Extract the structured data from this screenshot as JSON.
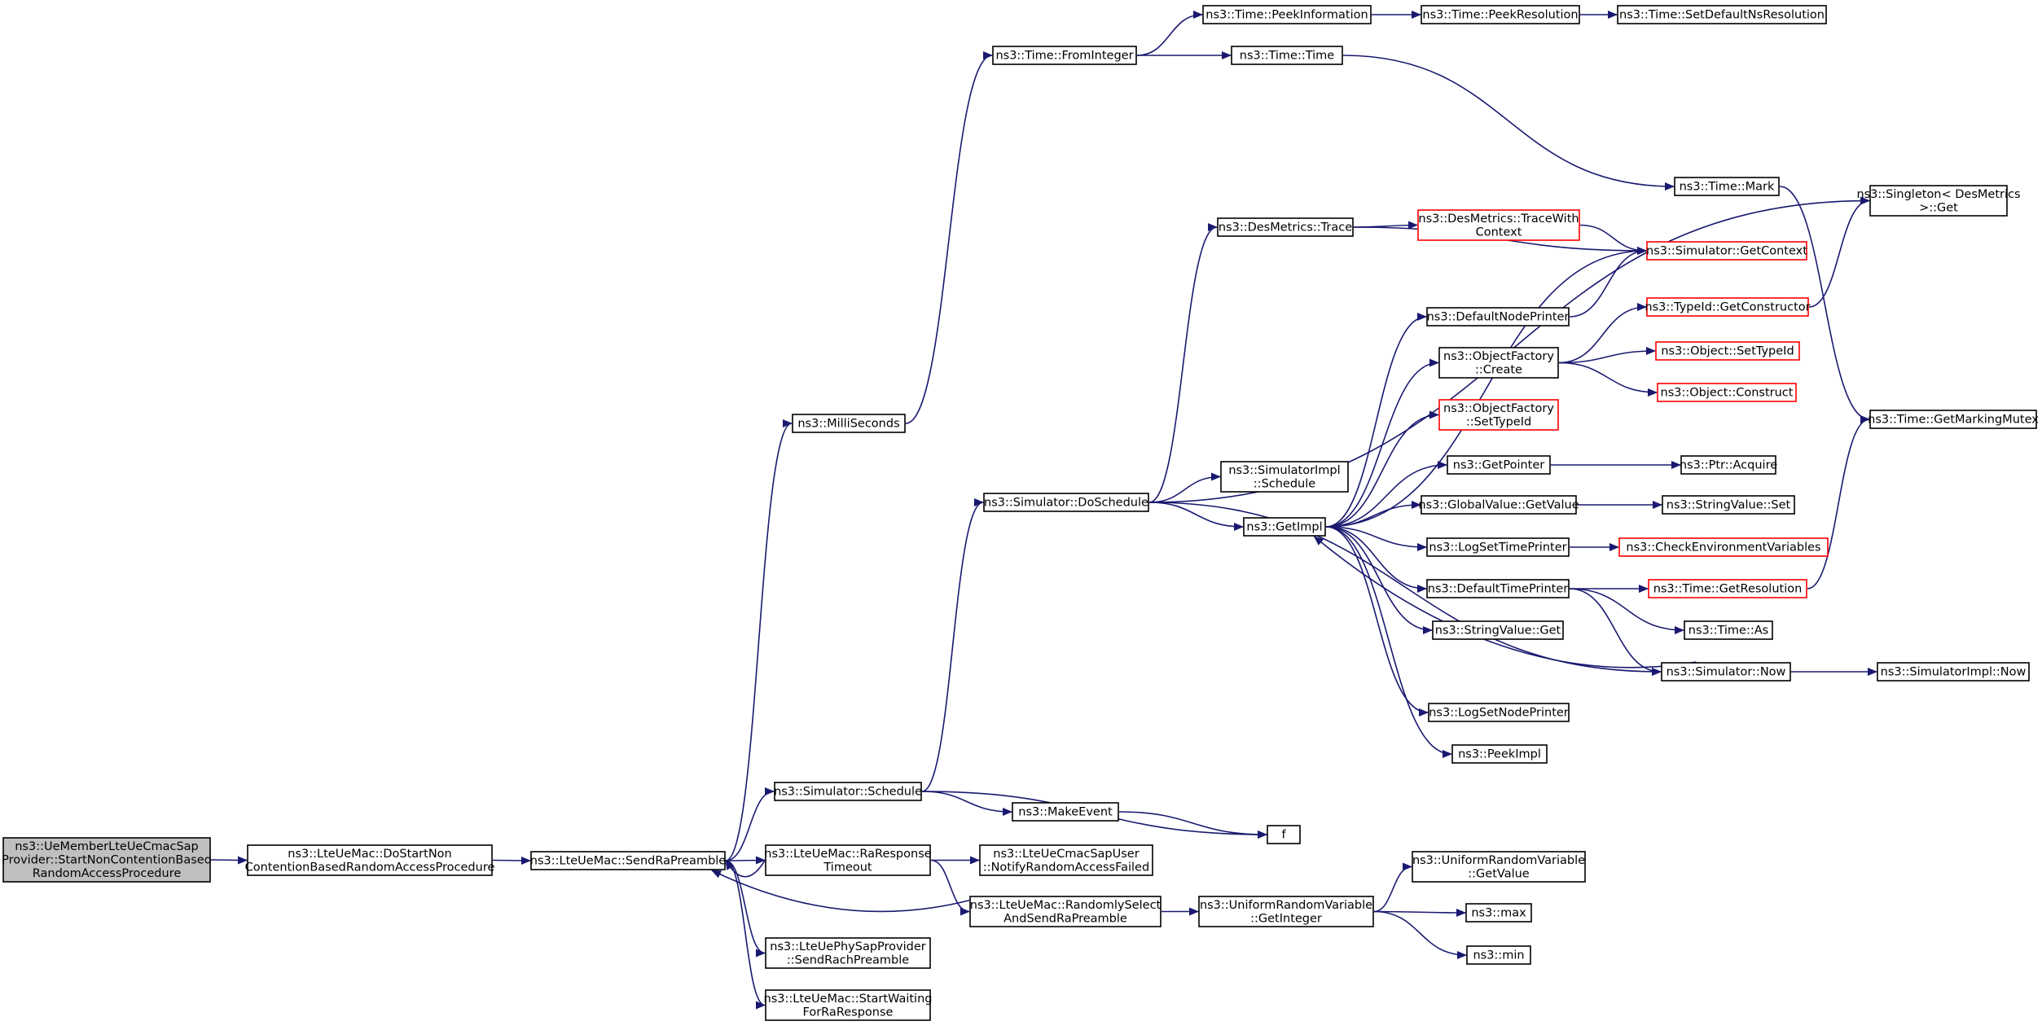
{
  "colors": {
    "edge": "#191970",
    "node_border": "#000000",
    "node_border_truncated": "#ff0000",
    "root_fill": "#bfbfbf",
    "node_fill": "#ffffff"
  },
  "nodes": [
    {
      "id": "root",
      "lines": [
        "ns3::UeMemberLteUeCmacSap",
        "Provider::StartNonContentionBased",
        "RandomAccessProcedure"
      ],
      "style": "root"
    },
    {
      "id": "dostart",
      "lines": [
        "ns3::LteUeMac::DoStartNon",
        "ContentionBasedRandomAccessProcedure"
      ],
      "style": "normal"
    },
    {
      "id": "sendra",
      "lines": [
        "ns3::LteUeMac::SendRaPreamble"
      ],
      "style": "normal"
    },
    {
      "id": "millis",
      "lines": [
        "ns3::MilliSeconds"
      ],
      "style": "normal"
    },
    {
      "id": "simsched",
      "lines": [
        "ns3::Simulator::Schedule"
      ],
      "style": "normal"
    },
    {
      "id": "raresp",
      "lines": [
        "ns3::LteUeMac::RaResponse",
        "Timeout"
      ],
      "style": "normal"
    },
    {
      "id": "sendrach",
      "lines": [
        "ns3::LteUePhySapProvider",
        "::SendRachPreamble"
      ],
      "style": "normal"
    },
    {
      "id": "startwait",
      "lines": [
        "ns3::LteUeMac::StartWaiting",
        "ForRaResponse"
      ],
      "style": "normal"
    },
    {
      "id": "fromint",
      "lines": [
        "ns3::Time::FromInteger"
      ],
      "style": "normal"
    },
    {
      "id": "dosched",
      "lines": [
        "ns3::Simulator::DoSchedule"
      ],
      "style": "normal"
    },
    {
      "id": "makeevent",
      "lines": [
        "ns3::MakeEvent"
      ],
      "style": "normal"
    },
    {
      "id": "f",
      "lines": [
        "f"
      ],
      "style": "normal"
    },
    {
      "id": "notifyfail",
      "lines": [
        "ns3::LteUeCmacSapUser",
        "::NotifyRandomAccessFailed"
      ],
      "style": "normal"
    },
    {
      "id": "randsel",
      "lines": [
        "ns3::LteUeMac::RandomlySelect",
        "AndSendRaPreamble"
      ],
      "style": "normal"
    },
    {
      "id": "peekinfo",
      "lines": [
        "ns3::Time::PeekInformation"
      ],
      "style": "normal"
    },
    {
      "id": "timetime",
      "lines": [
        "ns3::Time::Time"
      ],
      "style": "normal"
    },
    {
      "id": "peekres",
      "lines": [
        "ns3::Time::PeekResolution"
      ],
      "style": "normal"
    },
    {
      "id": "setdefns",
      "lines": [
        "ns3::Time::SetDefaultNsResolution"
      ],
      "style": "normal"
    },
    {
      "id": "desmtrace",
      "lines": [
        "ns3::DesMetrics::Trace"
      ],
      "style": "normal"
    },
    {
      "id": "simimplsched",
      "lines": [
        "ns3::SimulatorImpl",
        "::Schedule"
      ],
      "style": "normal"
    },
    {
      "id": "getimpl",
      "lines": [
        "ns3::GetImpl"
      ],
      "style": "normal"
    },
    {
      "id": "tracectx",
      "lines": [
        "ns3::DesMetrics::TraceWith",
        "Context"
      ],
      "style": "truncated"
    },
    {
      "id": "getctx",
      "lines": [
        "ns3::Simulator::GetContext"
      ],
      "style": "truncated"
    },
    {
      "id": "timemark",
      "lines": [
        "ns3::Time::Mark"
      ],
      "style": "normal"
    },
    {
      "id": "singleton",
      "lines": [
        "ns3::Singleton< DesMetrics",
        " >::Get"
      ],
      "style": "normal"
    },
    {
      "id": "defnodeprint",
      "lines": [
        "ns3::DefaultNodePrinter"
      ],
      "style": "normal"
    },
    {
      "id": "objfcreate",
      "lines": [
        "ns3::ObjectFactory",
        "::Create"
      ],
      "style": "normal"
    },
    {
      "id": "objfsettype",
      "lines": [
        "ns3::ObjectFactory",
        "::SetTypeId"
      ],
      "style": "truncated"
    },
    {
      "id": "getpointer",
      "lines": [
        "ns3::GetPointer"
      ],
      "style": "normal"
    },
    {
      "id": "gvgetvalue",
      "lines": [
        "ns3::GlobalValue::GetValue"
      ],
      "style": "normal"
    },
    {
      "id": "logsettime",
      "lines": [
        "ns3::LogSetTimePrinter"
      ],
      "style": "normal"
    },
    {
      "id": "deftimeprint",
      "lines": [
        "ns3::DefaultTimePrinter"
      ],
      "style": "normal"
    },
    {
      "id": "strvalget",
      "lines": [
        "ns3::StringValue::Get"
      ],
      "style": "normal"
    },
    {
      "id": "logsetnode",
      "lines": [
        "ns3::LogSetNodePrinter"
      ],
      "style": "normal"
    },
    {
      "id": "peekimpl",
      "lines": [
        "ns3::PeekImpl"
      ],
      "style": "normal"
    },
    {
      "id": "getctor",
      "lines": [
        "ns3::TypeId::GetConstructor"
      ],
      "style": "truncated"
    },
    {
      "id": "objsettype",
      "lines": [
        "ns3::Object::SetTypeId"
      ],
      "style": "truncated"
    },
    {
      "id": "objconstruct",
      "lines": [
        "ns3::Object::Construct"
      ],
      "style": "truncated"
    },
    {
      "id": "ptracquire",
      "lines": [
        "ns3::Ptr::Acquire"
      ],
      "style": "normal"
    },
    {
      "id": "strvalset",
      "lines": [
        "ns3::StringValue::Set"
      ],
      "style": "normal"
    },
    {
      "id": "checkenv",
      "lines": [
        "ns3::CheckEnvironmentVariables"
      ],
      "style": "truncated"
    },
    {
      "id": "getres",
      "lines": [
        "ns3::Time::GetResolution"
      ],
      "style": "truncated"
    },
    {
      "id": "timeas",
      "lines": [
        "ns3::Time::As"
      ],
      "style": "normal"
    },
    {
      "id": "simnow",
      "lines": [
        "ns3::Simulator::Now"
      ],
      "style": "normal"
    },
    {
      "id": "simimplnow",
      "lines": [
        "ns3::SimulatorImpl::Now"
      ],
      "style": "normal"
    },
    {
      "id": "getmarkmutex",
      "lines": [
        "ns3::Time::GetMarkingMutex"
      ],
      "style": "normal"
    },
    {
      "id": "urvgetvalue",
      "lines": [
        "ns3::UniformRandomVariable",
        "::GetValue"
      ],
      "style": "normal"
    },
    {
      "id": "urvgetint",
      "lines": [
        "ns3::UniformRandomVariable",
        "::GetInteger"
      ],
      "style": "normal"
    },
    {
      "id": "max",
      "lines": [
        "ns3::max"
      ],
      "style": "normal"
    },
    {
      "id": "min",
      "lines": [
        "ns3::min"
      ],
      "style": "normal"
    }
  ],
  "edges": [
    [
      "root",
      "dostart"
    ],
    [
      "dostart",
      "sendra"
    ],
    [
      "sendra",
      "millis"
    ],
    [
      "sendra",
      "simsched"
    ],
    [
      "sendra",
      "raresp"
    ],
    [
      "sendra",
      "sendrach"
    ],
    [
      "sendra",
      "startwait"
    ],
    [
      "millis",
      "fromint"
    ],
    [
      "fromint",
      "peekinfo"
    ],
    [
      "fromint",
      "timetime"
    ],
    [
      "peekinfo",
      "peekres"
    ],
    [
      "peekres",
      "setdefns"
    ],
    [
      "timetime",
      "timemark"
    ],
    [
      "timemark",
      "getmarkmutex"
    ],
    [
      "simsched",
      "dosched"
    ],
    [
      "simsched",
      "makeevent"
    ],
    [
      "simsched",
      "f"
    ],
    [
      "makeevent",
      "f"
    ],
    [
      "raresp",
      "sendra"
    ],
    [
      "raresp",
      "notifyfail"
    ],
    [
      "raresp",
      "randsel"
    ],
    [
      "randsel",
      "sendra"
    ],
    [
      "randsel",
      "urvgetint"
    ],
    [
      "urvgetint",
      "urvgetvalue"
    ],
    [
      "urvgetint",
      "max"
    ],
    [
      "urvgetint",
      "min"
    ],
    [
      "dosched",
      "desmtrace"
    ],
    [
      "dosched",
      "simimplsched"
    ],
    [
      "dosched",
      "getimpl"
    ],
    [
      "dosched",
      "singleton"
    ],
    [
      "dosched",
      "simnow"
    ],
    [
      "desmtrace",
      "tracectx"
    ],
    [
      "desmtrace",
      "getctx"
    ],
    [
      "tracectx",
      "getctx"
    ],
    [
      "getimpl",
      "getctx"
    ],
    [
      "getimpl",
      "defnodeprint"
    ],
    [
      "getimpl",
      "objfcreate"
    ],
    [
      "getimpl",
      "objfsettype"
    ],
    [
      "getimpl",
      "getpointer"
    ],
    [
      "getimpl",
      "gvgetvalue"
    ],
    [
      "getimpl",
      "logsettime"
    ],
    [
      "getimpl",
      "deftimeprint"
    ],
    [
      "getimpl",
      "strvalget"
    ],
    [
      "getimpl",
      "logsetnode"
    ],
    [
      "getimpl",
      "peekimpl"
    ],
    [
      "defnodeprint",
      "getctx"
    ],
    [
      "objfcreate",
      "getctor"
    ],
    [
      "objfcreate",
      "objsettype"
    ],
    [
      "objfcreate",
      "objconstruct"
    ],
    [
      "getctor",
      "singleton"
    ],
    [
      "getpointer",
      "ptracquire"
    ],
    [
      "gvgetvalue",
      "strvalset"
    ],
    [
      "logsettime",
      "checkenv"
    ],
    [
      "deftimeprint",
      "getres"
    ],
    [
      "deftimeprint",
      "timeas"
    ],
    [
      "deftimeprint",
      "simnow"
    ],
    [
      "getres",
      "getmarkmutex"
    ],
    [
      "simnow",
      "getimpl"
    ],
    [
      "simnow",
      "simimplnow"
    ]
  ]
}
